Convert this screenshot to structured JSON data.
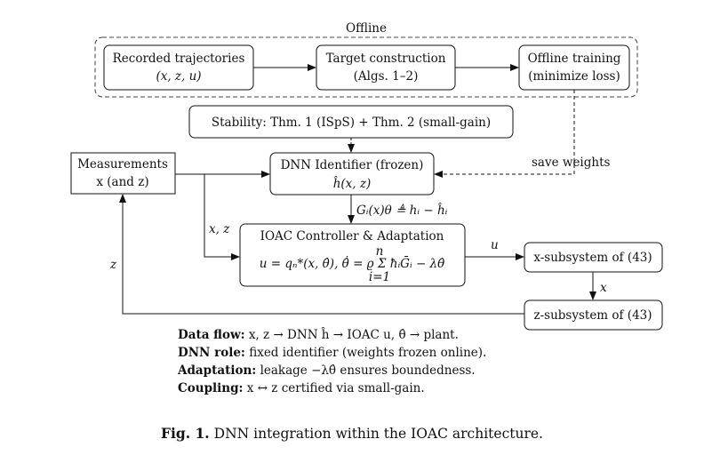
{
  "offline_group": {
    "title": "Offline",
    "recorded": {
      "line1": "Recorded trajectories",
      "line2": "(x, z, u)"
    },
    "target": {
      "line1": "Target construction",
      "line2": "(Algs. 1–2)"
    },
    "training": {
      "line1": "Offline training",
      "line2": "(minimize loss)"
    }
  },
  "stability": "Stability: Thm. 1 (ISpS) + Thm. 2 (small-gain)",
  "save_weights": "save weights",
  "measurements": {
    "line1": "Measurements",
    "line2": "x (and z)"
  },
  "dnn": {
    "line1": "DNN Identifier (frozen)",
    "line2": "ĥ(x, z)"
  },
  "dnn_to_ioac_label": "Gᵢ(x)θ ≜ hᵢ − ĥᵢ",
  "xz_label": "x, z",
  "ioac": {
    "line1": "IOAC Controller & Adaptation",
    "line2": "u = qₙ*(x, θ̂),   θ̂̇ = ϱ Σ ħᵢḠᵢ − λθ̂",
    "sum_top": "n",
    "sum_bottom": "i=1"
  },
  "u_label": "u",
  "x_subsystem": "x-subsystem of (43)",
  "x_label": "x",
  "z_subsystem": "z-subsystem of (43)",
  "z_label": "z",
  "notes": [
    {
      "key": "Data flow:",
      "text": "x, z → DNN ĥ → IOAC u, θ̂ → plant."
    },
    {
      "key": "DNN role:",
      "text": "fixed identifier (weights frozen online)."
    },
    {
      "key": "Adaptation:",
      "text": "leakage −λθ̂ ensures boundedness."
    },
    {
      "key": "Coupling:",
      "text": "x ↔ z certified via small-gain."
    }
  ],
  "caption": {
    "label": "Fig. 1.",
    "text": "DNN integration within the IOAC architecture."
  }
}
